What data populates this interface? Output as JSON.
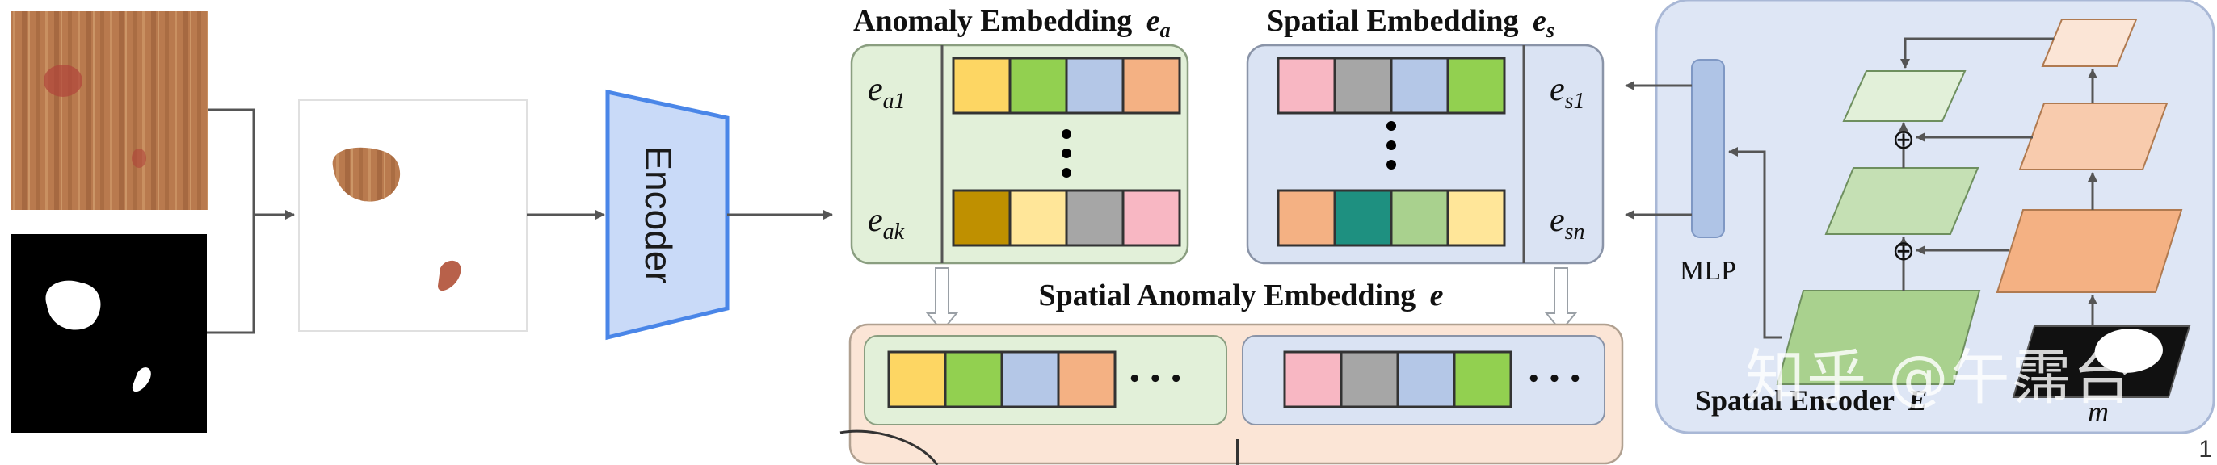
{
  "encoder_label": "Encoder",
  "anomaly_title": "Anomaly Embedding",
  "anomaly_symbol": "e",
  "anomaly_sub": "a",
  "spatial_title": "Spatial Embedding",
  "spatial_symbol": "e",
  "spatial_sub": "s",
  "sae_title": "Spatial Anomaly Embedding",
  "sae_symbol": "e",
  "row_labels": {
    "ea1": {
      "main": "e",
      "sub": "a1"
    },
    "eak": {
      "main": "e",
      "sub": "ak"
    },
    "es1": {
      "main": "e",
      "sub": "s1"
    },
    "esn": {
      "main": "e",
      "sub": "sn"
    }
  },
  "mlp_label": "MLP",
  "spatial_encoder_label": "Spatial Encoder",
  "spatial_encoder_symbol": "E",
  "mask_symbol": "m",
  "plus_symbol": "⊕",
  "ellipsis": "• • •",
  "watermark": "知乎 @午霈台",
  "page_number": "1",
  "colors": {
    "yellow": "#FDD663",
    "green": "#92D050",
    "blue": "#B4C7E7",
    "orange": "#F4B183",
    "pink": "#F8B7C3",
    "gray": "#A6A6A6",
    "teal": "#1E9080",
    "lightgreen": "#A9D18E",
    "mustard": "#BF9000",
    "lightyellow": "#FFE699",
    "encoder_fill": "#C9DAF8",
    "encoder_stroke": "#4A86E8",
    "anomaly_panel": "#E2F0D9",
    "spatial_panel": "#DAE3F3",
    "sae_panel": "#FBE5D6",
    "spatial_encoder_panel": "#DEE6F5"
  }
}
